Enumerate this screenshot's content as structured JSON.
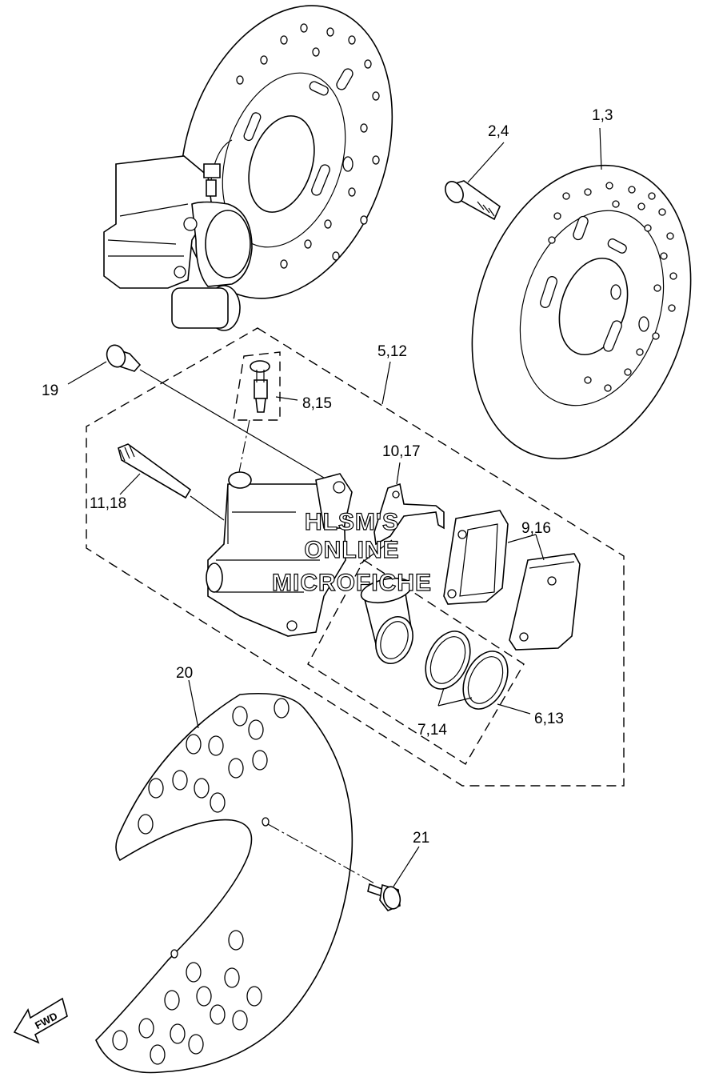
{
  "labels": {
    "disc": "1,3",
    "disc_bolt": "2,4",
    "caliper_assy": "5,12",
    "piston": "6,13",
    "seal": "7,14",
    "bleed_screw": "8,15",
    "pad": "9,16",
    "pad_spring": "10,17",
    "pin": "11,18",
    "caliper_bolt": "19",
    "guard": "20",
    "guard_bolt": "21"
  },
  "watermark": {
    "line1": "HLSM'S",
    "line2": "ONLINE",
    "line3": "MICROFICHE"
  },
  "fwd_marker": "FWD"
}
